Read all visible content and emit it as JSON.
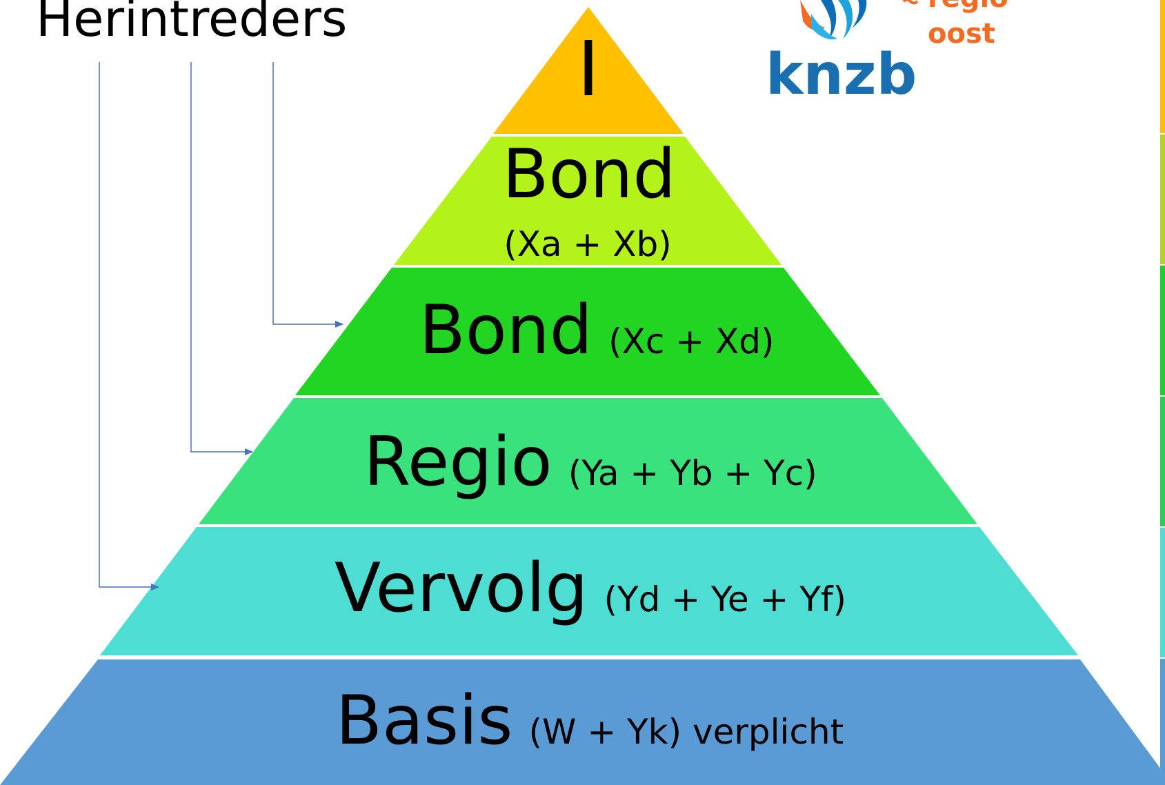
{
  "title": "Herintreders",
  "logo": {
    "brand": "knzb",
    "region_line1": "regio",
    "region_line2": "oost"
  },
  "levels": [
    {
      "name": "I",
      "detail": "",
      "color": "#ffc000"
    },
    {
      "name": "Bond",
      "detail": "(Xa + Xb)",
      "color": "#b3f31a"
    },
    {
      "name": "Bond",
      "detail": "(Xc + Xd)",
      "color": "#22d522"
    },
    {
      "name": "Regio",
      "detail": "(Ya + Yb + Yc)",
      "color": "#3ae27d"
    },
    {
      "name": "Vervolg",
      "detail": "(Yd + Ye + Yf)",
      "color": "#4dddd3"
    },
    {
      "name": "Basis",
      "detail": "(W + Yk) verplicht",
      "color": "#5b9bd5"
    }
  ],
  "connector_color": "#4472c4",
  "side_strip_colors": [
    "#ffc000",
    "#b3d22a",
    "#22cc33",
    "#2fca55",
    "#4dddd3",
    "#5b9bd5"
  ]
}
